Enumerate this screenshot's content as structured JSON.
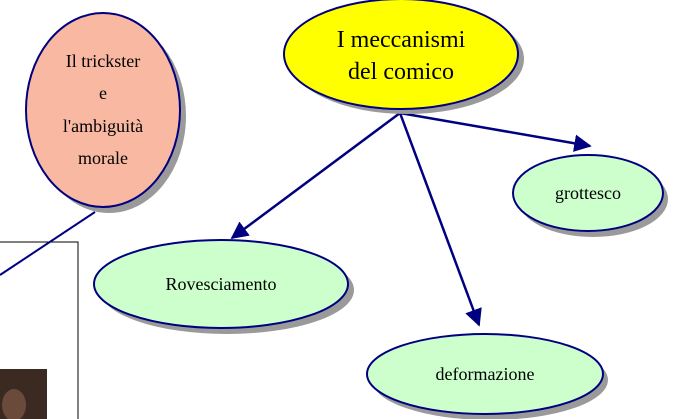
{
  "nodes": {
    "comic": {
      "line1": "I meccanismi",
      "line2": "del comico",
      "fill": "#ffff00"
    },
    "trickster": {
      "line1": "Il trickster",
      "line2": "e",
      "line3": "l'ambiguità",
      "line4": "morale",
      "fill": "#f9b8a2"
    },
    "grotesque": {
      "label": "grottesco",
      "fill": "#ccffcc"
    },
    "reversal": {
      "label": "Rovesciamento",
      "fill": "#ccffcc"
    },
    "deformation": {
      "label": "deformazione",
      "fill": "#ccffcc"
    }
  },
  "colors": {
    "outline": "#000080",
    "arrow": "#000080",
    "shadow": "#9a9a9a",
    "frame": "#000000",
    "photo": "#3a2a22"
  }
}
